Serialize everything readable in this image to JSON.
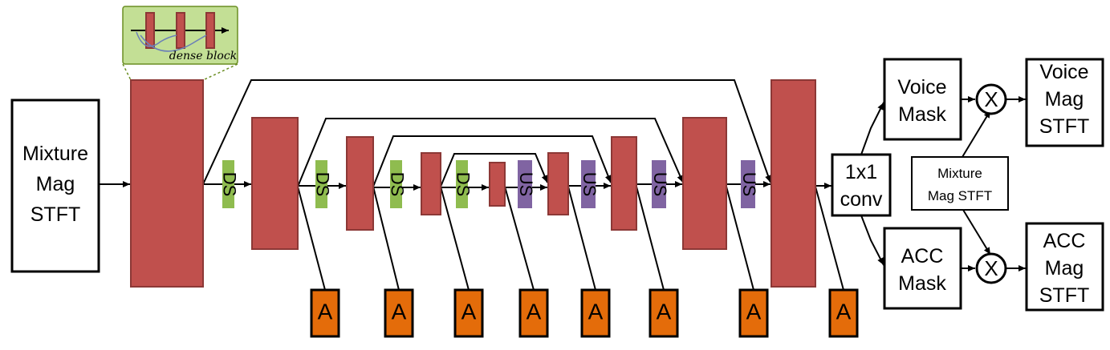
{
  "input": {
    "line1": "Mixture",
    "line2": "Mag",
    "line3": "STFT"
  },
  "inset": {
    "label": "dense block"
  },
  "downsample_label": "DS",
  "upsample_label": "US",
  "attention_label": "A",
  "conv": {
    "line1": "1x1",
    "line2": "conv"
  },
  "voice_mask": {
    "line1": "Voice",
    "line2": "Mask"
  },
  "acc_mask": {
    "line1": "ACC",
    "line2": "Mask"
  },
  "mixture_mag": {
    "line1": "Mixture",
    "line2": "Mag STFT"
  },
  "voice_out": {
    "line1": "Voice",
    "line2": "Mag",
    "line3": "STFT"
  },
  "acc_out": {
    "line1": "ACC",
    "line2": "Mag",
    "line3": "STFT"
  },
  "multiply_symbol": "X",
  "colors": {
    "dense_block": "#c0504d",
    "downsample": "#8fbc4f",
    "upsample": "#8064a2",
    "attention": "#e46c0a",
    "inset": "#c3df95"
  }
}
